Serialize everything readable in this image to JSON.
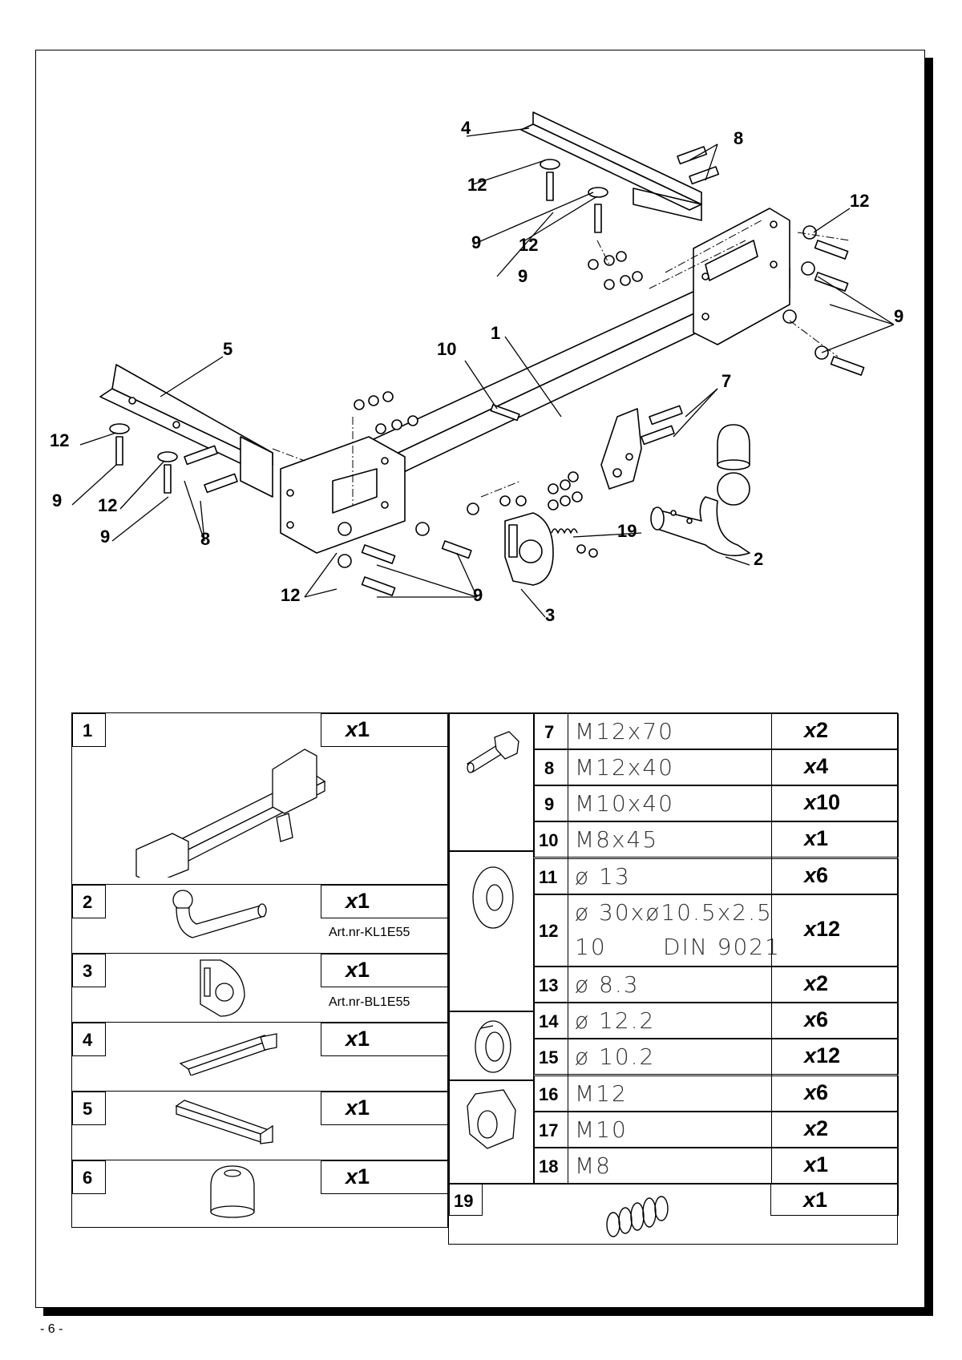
{
  "page_number": "- 6 -",
  "callouts": {
    "c1": "1",
    "c2": "2",
    "c3": "3",
    "c4": "4",
    "c5": "5",
    "c7": "7",
    "c8a": "8",
    "c8b": "8",
    "c9a": "9",
    "c9b": "9",
    "c9c": "9",
    "c9d": "9",
    "c9e": "9",
    "c9f": "9",
    "c10": "10",
    "c12a": "12",
    "c12b": "12",
    "c12c": "12",
    "c12d": "12",
    "c12e": "12",
    "c12f": "12",
    "c19": "19"
  },
  "left_table": [
    {
      "num": "1",
      "qty_prefix": "x",
      "qty": "1",
      "art": ""
    },
    {
      "num": "2",
      "qty_prefix": "x",
      "qty": "1",
      "art": "Art.nr-KL1E55"
    },
    {
      "num": "3",
      "qty_prefix": "x",
      "qty": "1",
      "art": "Art.nr-BL1E55"
    },
    {
      "num": "4",
      "qty_prefix": "x",
      "qty": "1",
      "art": ""
    },
    {
      "num": "5",
      "qty_prefix": "x",
      "qty": "1",
      "art": ""
    },
    {
      "num": "6",
      "qty_prefix": "x",
      "qty": "1",
      "art": ""
    }
  ],
  "right_table": [
    {
      "num": "7",
      "spec": "M12x70",
      "qty_prefix": "x",
      "qty": "2"
    },
    {
      "num": "8",
      "spec": "M12x40",
      "qty_prefix": "x",
      "qty": "4"
    },
    {
      "num": "9",
      "spec": "M10x40",
      "qty_prefix": "x",
      "qty": "10"
    },
    {
      "num": "10",
      "spec": "M8x45",
      "qty_prefix": "x",
      "qty": "1"
    },
    {
      "num": "11",
      "spec": "ø 13",
      "qty_prefix": "x",
      "qty": "6"
    },
    {
      "num": "12",
      "spec": "ø 30xø10.5x2.5",
      "spec2a": "10",
      "spec2b": "DIN 9021",
      "qty_prefix": "x",
      "qty": "12"
    },
    {
      "num": "13",
      "spec": "ø 8.3",
      "qty_prefix": "x",
      "qty": "2"
    },
    {
      "num": "14",
      "spec": "ø 12.2",
      "qty_prefix": "x",
      "qty": "6"
    },
    {
      "num": "15",
      "spec": "ø 10.2",
      "qty_prefix": "x",
      "qty": "12"
    },
    {
      "num": "16",
      "spec": "M12",
      "qty_prefix": "x",
      "qty": "6"
    },
    {
      "num": "17",
      "spec": "M10",
      "qty_prefix": "x",
      "qty": "2"
    },
    {
      "num": "18",
      "spec": "M8",
      "qty_prefix": "x",
      "qty": "1"
    },
    {
      "num": "19",
      "spec": "",
      "qty_prefix": "x",
      "qty": "1"
    }
  ]
}
